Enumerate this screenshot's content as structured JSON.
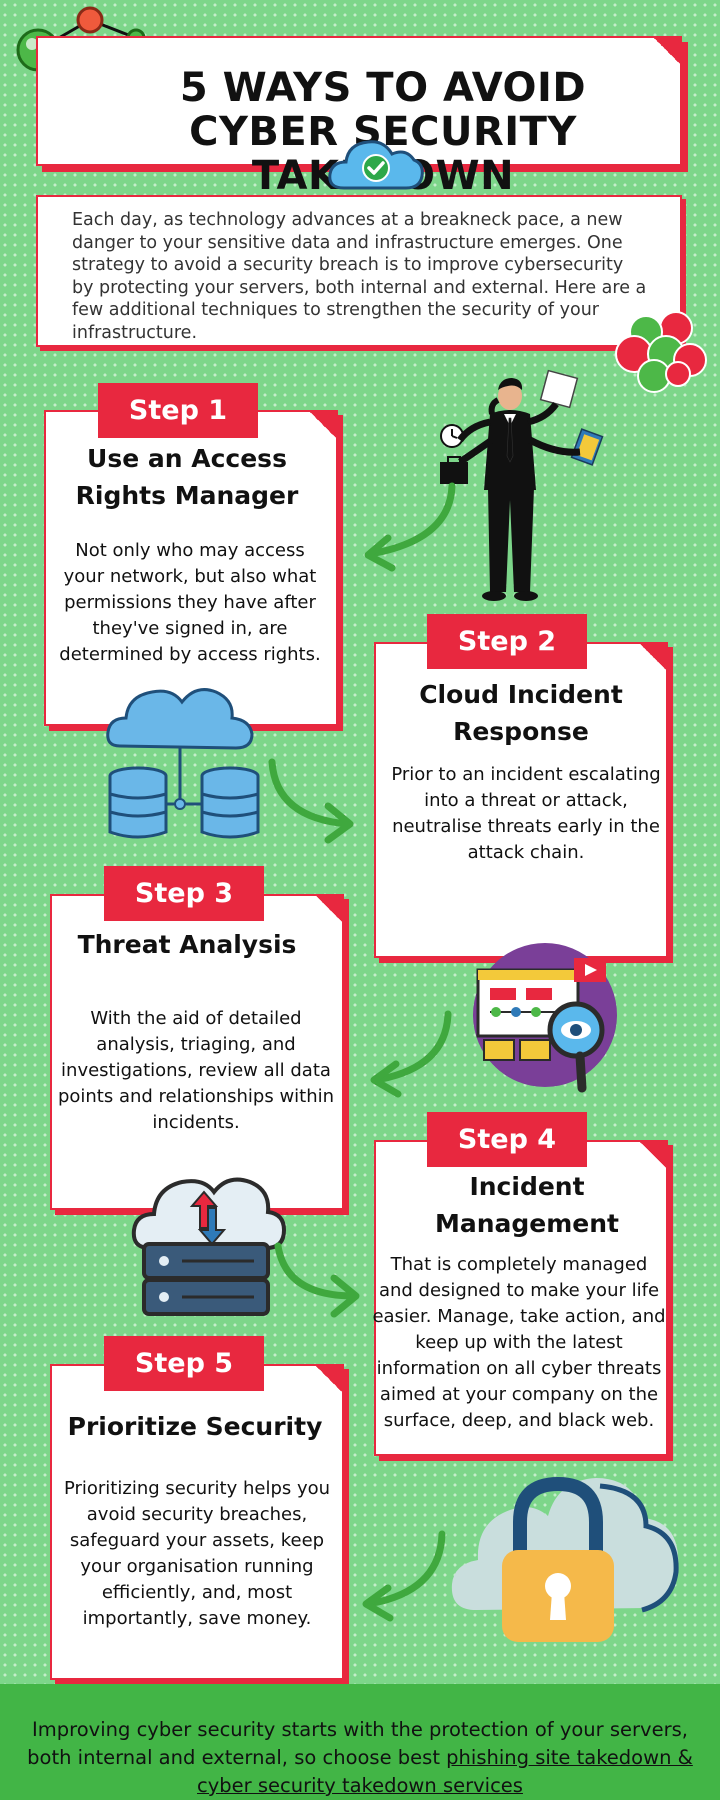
{
  "title": "5 WAYS TO AVOID CYBER SECURITY  TAKEDOWN",
  "intro": "Each day, as technology advances at a breakneck pace, a new danger to your sensitive data and infrastructure emerges. One strategy to avoid a security breach is to improve cybersecurity by protecting your servers, both internal and external. Here are a few additional techniques to strengthen the security of your infrastructure.",
  "steps": [
    {
      "badge": "Step 1",
      "heading": "Use an Access Rights Manager",
      "body": "Not only who may access your network, but also what permissions they have after they've signed in, are determined by access rights."
    },
    {
      "badge": "Step 2",
      "heading": "Cloud Incident Response",
      "body": "Prior to an incident escalating into a threat or attack, neutralise threats early in the attack chain."
    },
    {
      "badge": "Step 3",
      "heading": "Threat Analysis",
      "body": "With the aid of detailed analysis, triaging, and investigations, review all data points and relationships within incidents."
    },
    {
      "badge": "Step 4",
      "heading": "Incident Management",
      "body": "That is completely managed and designed to make your life easier. Manage, take action, and keep up with the latest information on all cyber threats aimed at your company on the surface, deep, and black web."
    },
    {
      "badge": "Step 5",
      "heading": "Prioritize Security",
      "body": "Prioritizing security helps you avoid security breaches, safeguard your assets, keep your organisation running efficiently, and, most importantly, save money."
    }
  ],
  "footer": {
    "text": "Improving cyber security starts with the protection of your servers, both internal and external, so choose best ",
    "link": "phishing site takedown & cyber security takedown services "
  },
  "colors": {
    "background": "#7dd68a",
    "accent_red": "#e8283f",
    "footer_green": "#42b546",
    "arrow_green": "#3fa83e",
    "cloud_blue": "#6ab7e8"
  },
  "icons": [
    "molecule-icon",
    "cloud-check-icon",
    "balls-icon",
    "businessman-icon",
    "cloud-database-icon",
    "monitoring-icon",
    "cloud-server-icon",
    "cloud-lock-icon",
    "arrow-icon"
  ]
}
